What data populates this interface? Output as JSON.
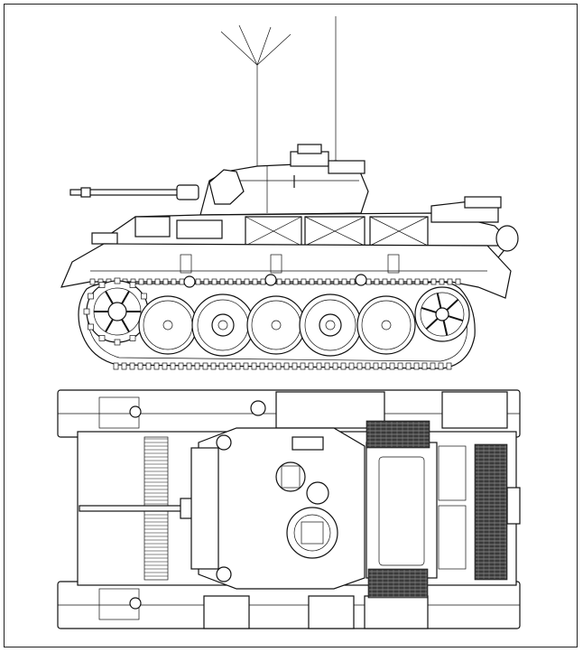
{
  "colors": {
    "ink": "#111111",
    "paper": "#ffffff",
    "shade": "#e9e9e9",
    "grille": "#3a3a3a"
  },
  "views": [
    {
      "id": "side-elevation",
      "road_wheels": 5,
      "sprocket": "front",
      "idler": "rear",
      "antennas": 2
    },
    {
      "id": "top-plan",
      "engine_grilles": 3
    }
  ]
}
